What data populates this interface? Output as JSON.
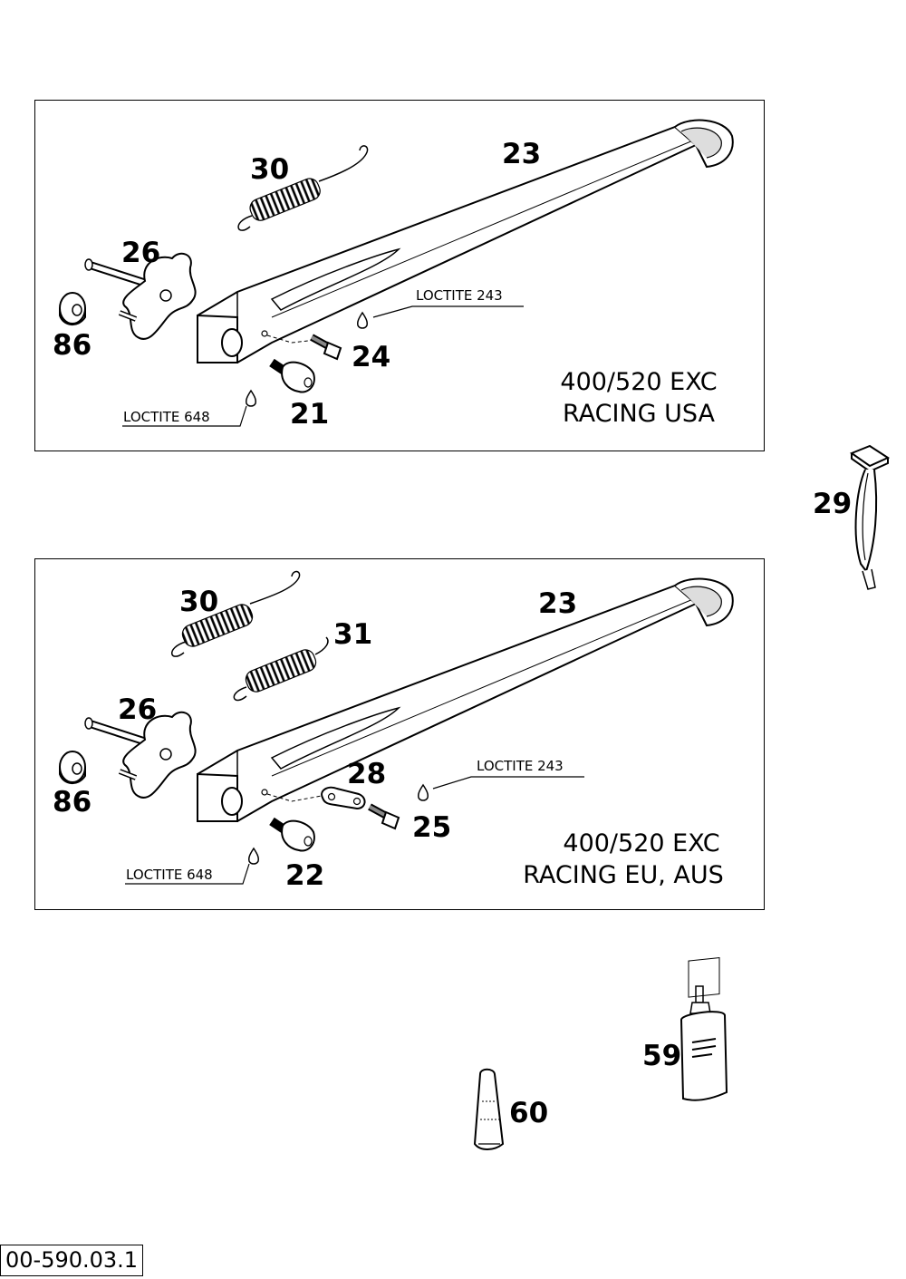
{
  "panels": [
    {
      "model_line1": "400/520 EXC",
      "model_line2": "RACING USA",
      "loctite_upper": "LOCTITE 243",
      "loctite_lower": "LOCTITE 648",
      "parts": {
        "sidestand": "23",
        "spring": "30",
        "bracket": "26",
        "nut": "86",
        "screw": "24",
        "pin": "21"
      }
    },
    {
      "model_line1": "400/520 EXC",
      "model_line2": "RACING EU, AUS",
      "loctite_upper": "LOCTITE 243",
      "loctite_lower": "LOCTITE 648",
      "parts": {
        "sidestand": "23",
        "spring": "30",
        "spring2": "31",
        "bracket": "26",
        "nut": "86",
        "plate": "28",
        "screw": "25",
        "pin": "22"
      }
    }
  ],
  "extras": {
    "tool": "29",
    "glue_bottle": "59",
    "glue_tube": "60"
  },
  "doc_ref": "00-590.03.1"
}
